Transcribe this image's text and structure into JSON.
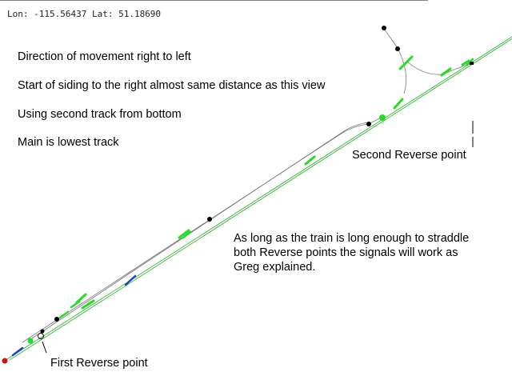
{
  "status": {
    "coordinates": "Lon: -115.56437 Lat: 51.18690"
  },
  "notes": {
    "direction": "Direction of movement right to left",
    "siding_start": "Start of siding to the right almost same distance as this view",
    "second_track": "Using second track from bottom",
    "main_track": "Main is lowest track",
    "second_reverse": "Second Reverse point",
    "first_reverse": "First Reverse point",
    "explanation_line1": "As long as the train is long enough to straddle",
    "explanation_line2": "both Reverse points the signals will work as",
    "explanation_line3": "Greg explained."
  },
  "colors": {
    "track_main": "#33b833",
    "track_siding": "#777777",
    "signal_green": "#22dd22",
    "signal_blue": "#1f3fd0",
    "marker_black": "#000000",
    "marker_red": "#cc1111"
  }
}
